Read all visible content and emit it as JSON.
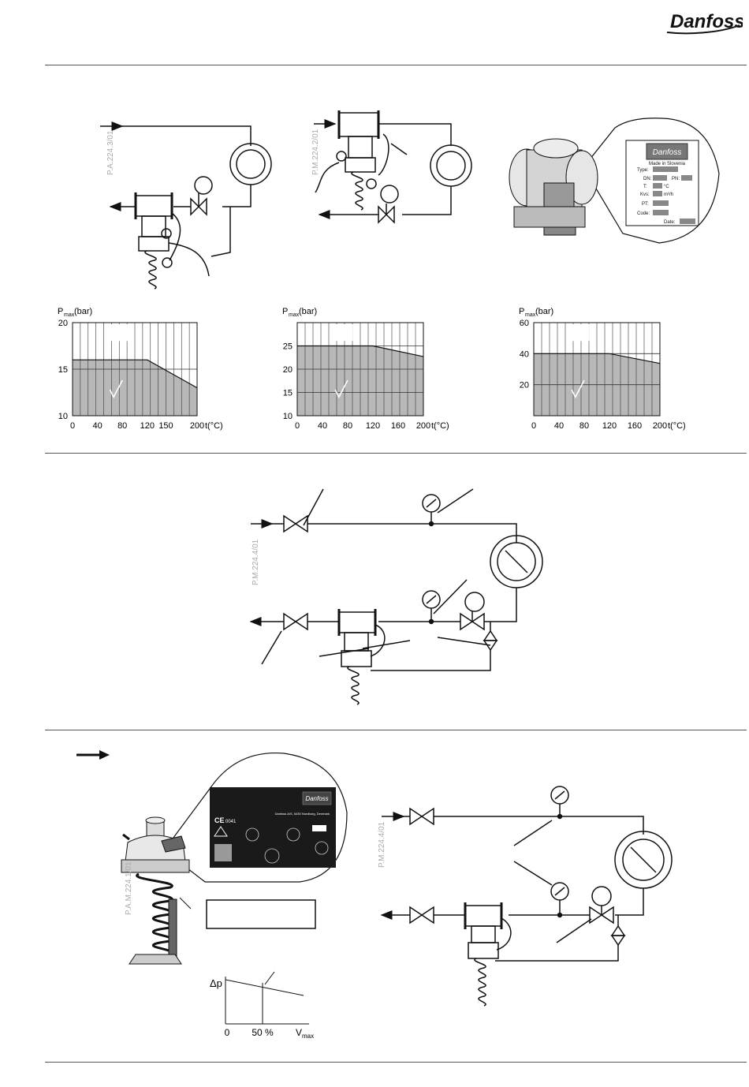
{
  "brand": {
    "name": "Danfoss"
  },
  "section1": {
    "diagram_codes": [
      "P.A.224.3/01",
      "P.M.224.2/01"
    ],
    "nameplate": {
      "logo": "Danfoss",
      "made_in": "Made in Slovenia",
      "fields": [
        "Type:",
        "DN:",
        "PN:",
        "T:",
        "°C",
        "Kvs:",
        "m³/h",
        "PT:",
        "Code:",
        "Date:"
      ]
    }
  },
  "chart_data": [
    {
      "type": "area",
      "ylabel_main": "P",
      "ylabel_sub": "max",
      "ylabel_unit": "(bar)",
      "xlabel": "t(°C)",
      "x_ticks": [
        "0",
        "40",
        "80",
        "120",
        "150",
        "200"
      ],
      "y_ticks": [
        "10",
        "15",
        "20"
      ],
      "ylim": [
        10,
        20
      ],
      "xlim": [
        0,
        200
      ],
      "x": [
        0,
        120,
        200
      ],
      "values": [
        16,
        16,
        13
      ]
    },
    {
      "type": "area",
      "ylabel_main": "P",
      "ylabel_sub": "max",
      "ylabel_unit": "(bar)",
      "xlabel": "t(°C)",
      "x_ticks": [
        "0",
        "40",
        "80",
        "120",
        "160",
        "200"
      ],
      "y_ticks": [
        "10",
        "15",
        "20",
        "25"
      ],
      "ylim": [
        10,
        30
      ],
      "xlim": [
        0,
        200
      ],
      "x": [
        0,
        120,
        200
      ],
      "values": [
        25,
        25,
        22.7
      ]
    },
    {
      "type": "area",
      "ylabel_main": "P",
      "ylabel_sub": "max",
      "ylabel_unit": "(bar)",
      "xlabel": "t(°C)",
      "x_ticks": [
        "0",
        "40",
        "80",
        "120",
        "160",
        "200"
      ],
      "y_ticks": [
        "20",
        "40",
        "60"
      ],
      "ylim": [
        0,
        60
      ],
      "xlim": [
        0,
        200
      ],
      "x": [
        0,
        120,
        200
      ],
      "values": [
        40,
        40,
        33.7
      ]
    }
  ],
  "section2": {
    "diagram_code": "P.M.224.4/01"
  },
  "section3": {
    "diagram_code": "P.M.224.4/01",
    "valve_code": "P.A.M.224.1/01",
    "label_text": {
      "brand": "Danfoss",
      "ce_mark": "CE",
      "ce_number": "0041",
      "address": "Danfoss A/S, 6430 Nordborg, Denmark"
    },
    "dp_chart": {
      "y_label": "Δp",
      "x_ticks": [
        "0",
        "50 %"
      ],
      "x_end_main": "V",
      "x_end_sub": "max"
    }
  }
}
